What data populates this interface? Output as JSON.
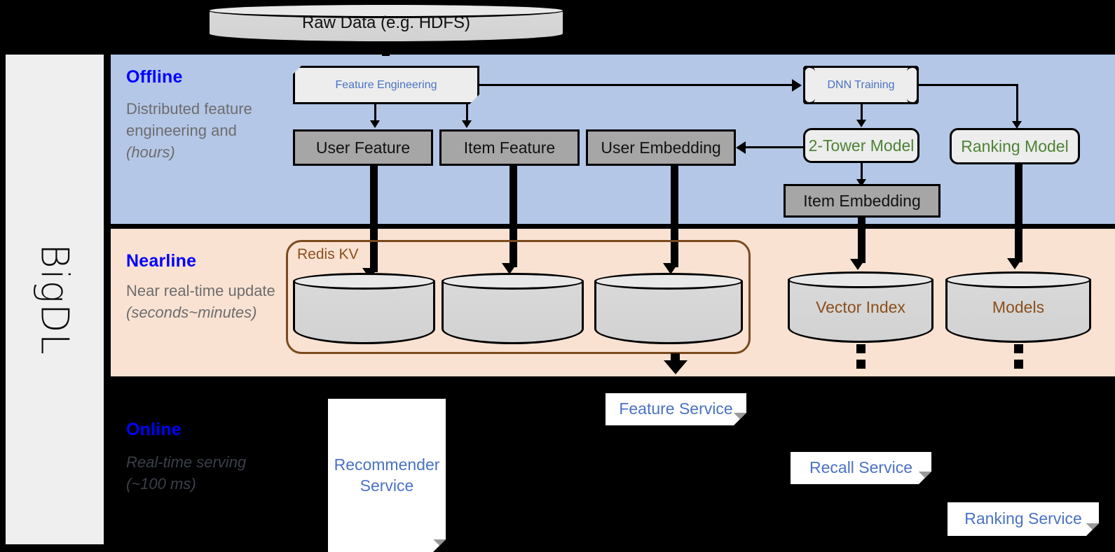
{
  "rail": {
    "label": "BigDL"
  },
  "bands": {
    "offline": {
      "title": "Offline",
      "subtitle": "Distributed feature engineering and ",
      "subtitle_italic": "(hours)"
    },
    "nearline": {
      "title": "Nearline",
      "subtitle": "Near real-time update ",
      "subtitle_italic": "(seconds~minutes)"
    },
    "online": {
      "title": "Online",
      "subtitle": "Real-time serving ",
      "subtitle_italic": "(~100 ms)"
    }
  },
  "source": {
    "raw_data": "Raw Data (e.g. HDFS)"
  },
  "offline_nodes": {
    "feature_engineering": "Feature Engineering",
    "dnn_training": "DNN Training",
    "user_feature": "User Feature",
    "item_feature": "Item Feature",
    "user_embedding": "User Embedding",
    "two_tower_model": "2-Tower Model",
    "ranking_model": "Ranking Model",
    "item_embedding": "Item Embedding"
  },
  "nearline_nodes": {
    "redis_kv": "Redis KV",
    "vector_index": "Vector Index",
    "models": "Models"
  },
  "online_nodes": {
    "recommender_service": "Recommender Service",
    "feature_service": "Feature Service",
    "recall_service": "Recall Service",
    "ranking_service": "Ranking Service"
  },
  "colors": {
    "offline_band": "#b4c7e7",
    "nearline_band": "#fae2d2",
    "online_band": "#000000",
    "band_title": "#0000ff",
    "blue_text": "#4a72c4",
    "green_text": "#4e8234",
    "redis_brown": "#8a4f1d",
    "grey_store": "#a6a6a6",
    "rail": "#efefef"
  }
}
